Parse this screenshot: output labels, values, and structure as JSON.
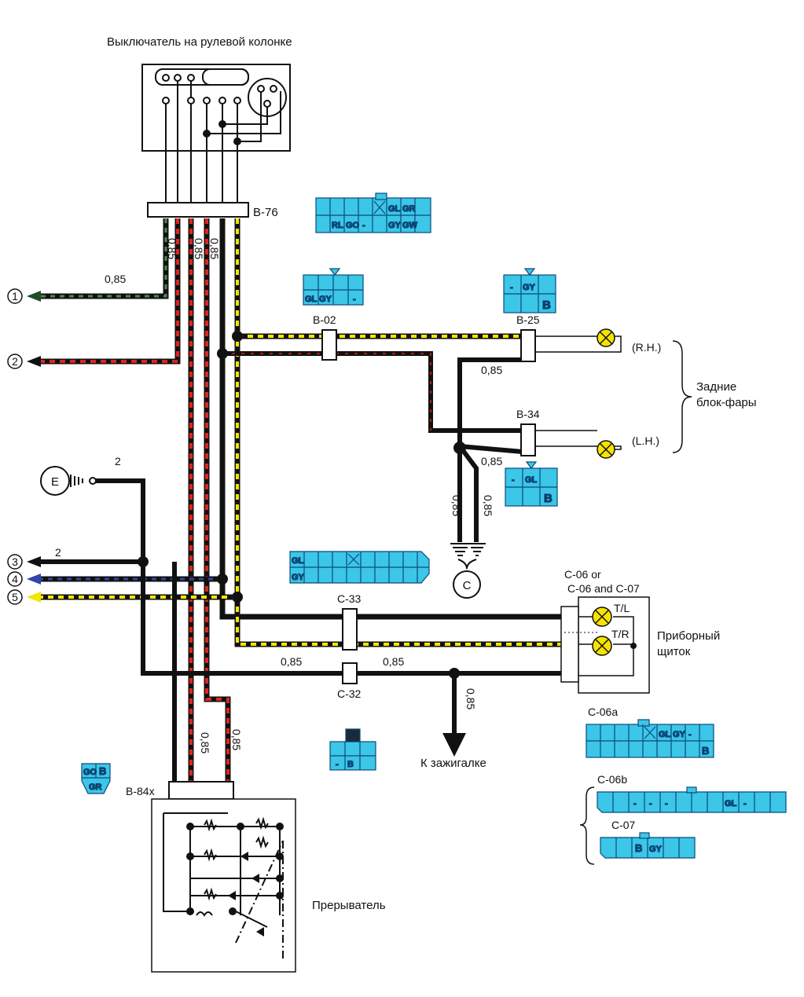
{
  "switch_title": "Выключатель на рулевой колонке",
  "connectors": {
    "b76": "B-76",
    "b02": "B-02",
    "b25": "B-25",
    "b34": "B-34",
    "c33": "C-33",
    "c32": "C-32",
    "b84x": "B-84x",
    "c06_or": "C-06 or",
    "c06_and_c07": "C-06 and C-07",
    "c06a": "C-06a",
    "c06b": "C-06b",
    "c07": "C-07"
  },
  "wire_sizes": {
    "w085": "0,85",
    "w2": "2"
  },
  "lamp_sides": {
    "rh": "(R.H.)",
    "lh": "(L.H.)"
  },
  "rear_lamps_label": [
    "Задние",
    "блок-фары"
  ],
  "dashboard_label": [
    "Приборный",
    "щиток"
  ],
  "indicator_labels": {
    "tl": "T/L",
    "tr": "T/R"
  },
  "lighter_label": "К зажигалке",
  "breaker_label": "Прерыватель",
  "ground_labels": {
    "e": "E",
    "c": "C"
  },
  "port_numbers": [
    "1",
    "2",
    "3",
    "4",
    "5"
  ],
  "connector_pins": {
    "b76": {
      "top": [
        "GL",
        "GR"
      ],
      "bottom": [
        "RL",
        "GO",
        "-",
        "GY",
        "GW"
      ]
    },
    "b02": [
      "GL",
      "GY",
      "-"
    ],
    "b25": [
      "-",
      "GY",
      "B"
    ],
    "b34": [
      "-",
      "GL",
      "B"
    ],
    "c33": [
      "GL",
      "GY"
    ],
    "c32": [
      "-",
      "B"
    ],
    "b84x": [
      "GO",
      "B",
      "GR"
    ],
    "c06a": [
      "GL",
      "GY",
      "-",
      "B"
    ],
    "c06b": [
      "-",
      "-",
      "-",
      "GL",
      "-"
    ],
    "c07": [
      "B",
      "GY"
    ]
  },
  "colors": {
    "connector_fill": "#3cc6e8",
    "connector_stroke": "#0a4a7a",
    "wire_black": "#111111",
    "wire_red": "#e0241c",
    "wire_yellow": "#f2e600",
    "wire_green": "#1f4d2a",
    "wire_blue": "#1d2f8a",
    "lamp_fill": "#f7e300"
  }
}
